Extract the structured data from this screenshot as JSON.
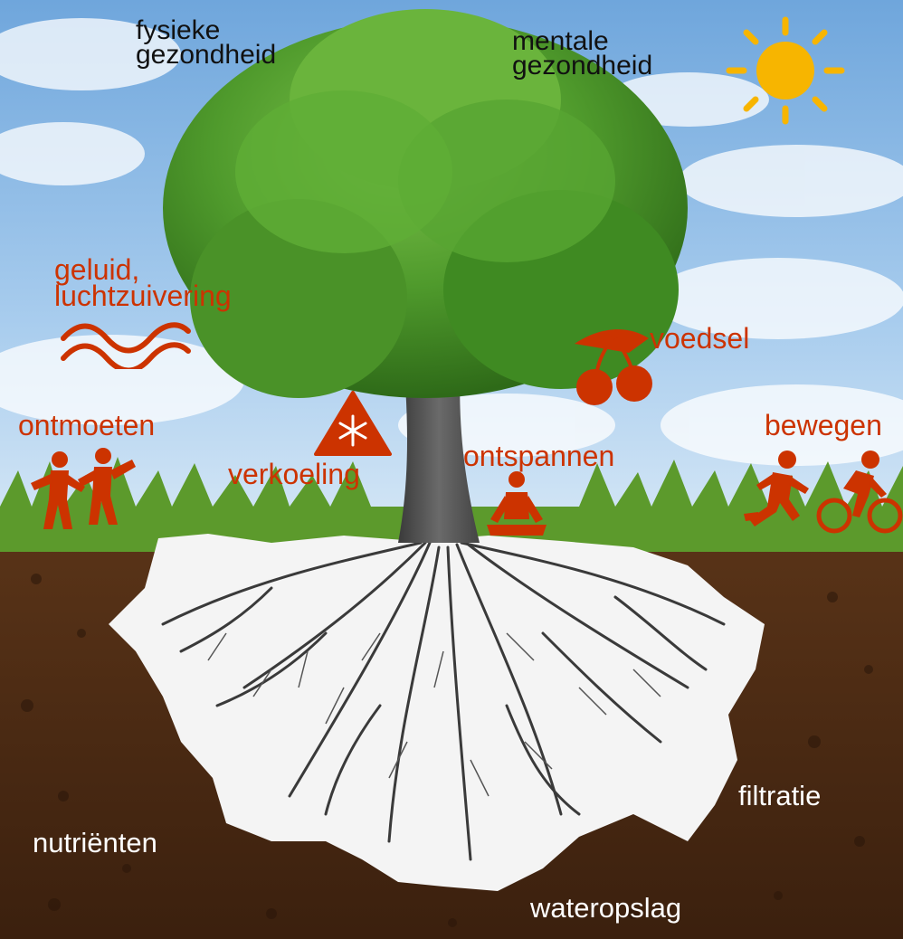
{
  "labels": {
    "physical_health": [
      "fysieke",
      "gezondheid"
    ],
    "mental_health": [
      "mentale",
      "gezondheid"
    ],
    "noise_air": [
      "geluid,",
      "luchtzuivering"
    ],
    "food": "voedsel",
    "meeting": "ontmoeten",
    "cooling": "verkoeling",
    "relaxing": "ontspannen",
    "exercise": "bewegen",
    "filtration": "filtratie",
    "nutrients": "nutriënten",
    "water_storage": "wateropslag"
  },
  "icons": {
    "sun": "sun-icon",
    "sound_waves": "sound-waves-icon",
    "cherries": "cherries-icon",
    "cooling": "snowflake-warning-icon",
    "meeting": "two-people-icon",
    "relaxing": "meditation-icon",
    "running": "runner-icon",
    "cycling": "cyclist-icon"
  },
  "colors": {
    "accent": "#cc3300",
    "sun": "#f7b500",
    "soil": "#4a2a14",
    "sky": "#8fbde6",
    "grass": "#5c9a2c",
    "foliage": "#3f8a22"
  }
}
